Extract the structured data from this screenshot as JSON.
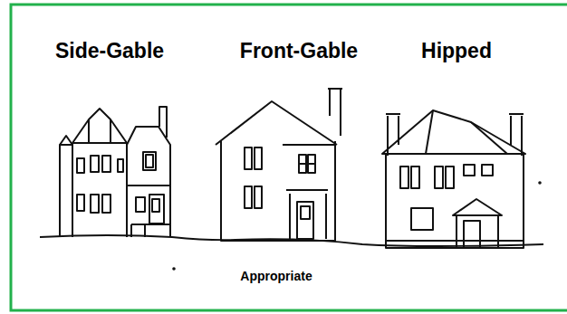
{
  "diagram": {
    "caption": "Appropriate",
    "labels": [
      "Side-Gable",
      "Front-Gable",
      "Hipped"
    ]
  }
}
